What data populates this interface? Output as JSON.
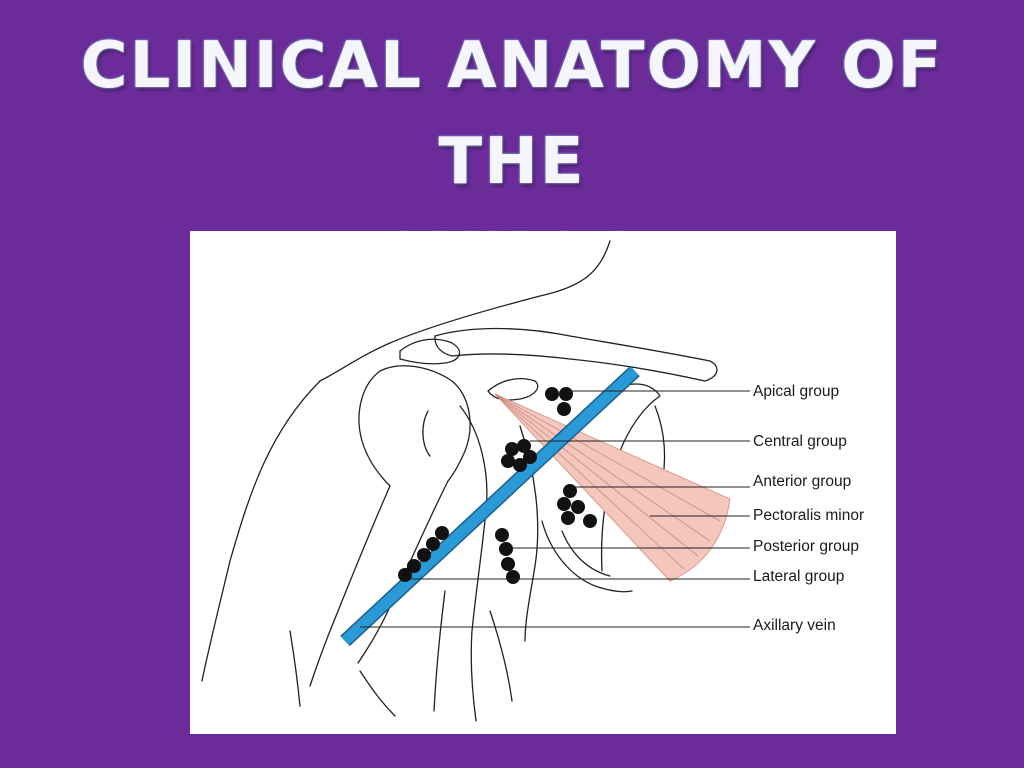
{
  "slide": {
    "title_line1": "CLINICAL ANATOMY OF THE",
    "title_line2": "AXILLA",
    "background_color": "#6b2c9a"
  },
  "diagram": {
    "labels": {
      "apical_group": "Apical group",
      "central_group": "Central group",
      "anterior_group": "Anterior group",
      "pectoralis_minor": "Pectoralis minor",
      "posterior_group": "Posterior group",
      "lateral_group": "Lateral group",
      "axillary_vein": "Axillary vein"
    },
    "colors": {
      "axillary_vein": "#2a9ad6",
      "pectoralis_minor": "#f5c6bb",
      "lymph_node": "#111111"
    }
  }
}
